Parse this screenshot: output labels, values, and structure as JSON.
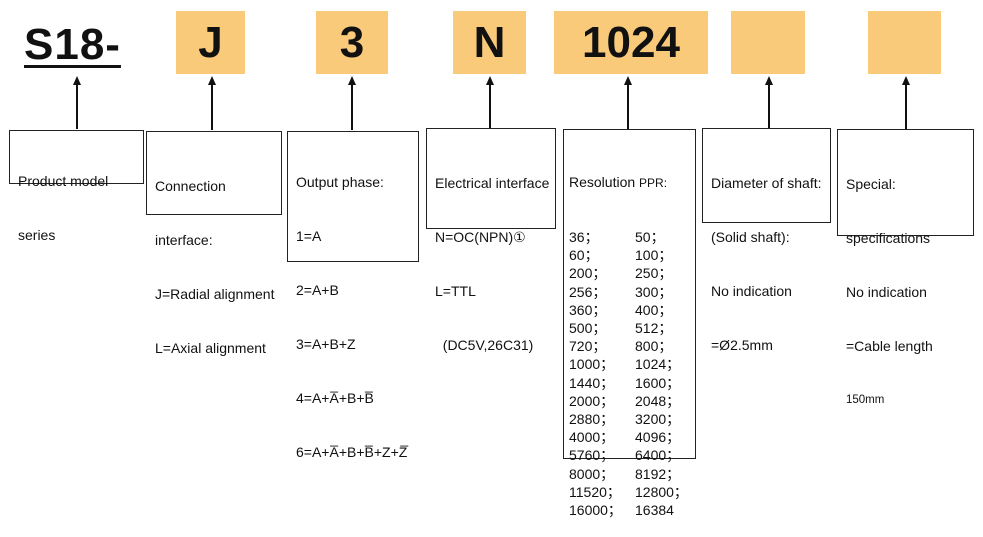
{
  "model": "S18-",
  "codes": [
    "J",
    "3",
    "N",
    "1024",
    "",
    ""
  ],
  "boxes": {
    "product": {
      "lines": [
        "Product model",
        "series"
      ]
    },
    "connection": {
      "lines": [
        "Connection",
        "interface:",
        "J=Radial alignment",
        "L=Axial alignment"
      ]
    },
    "output": {
      "lines": [
        "Output phase:",
        "1=A",
        "2=A+B",
        "3=A+B+Z",
        "4=A+A̅+B+B̅",
        "6=A+A̅+B+B̅+Z+Z̅"
      ]
    },
    "electrical": {
      "lines": [
        "Electrical interface",
        "N=OC(NPN)①",
        "L=TTL",
        "  (DC5V,26C31)"
      ]
    },
    "resolution": {
      "title": "Resolution",
      "unit": "PPR:",
      "rows": [
        [
          "36；",
          "50；"
        ],
        [
          "60；",
          "100；"
        ],
        [
          "200；",
          "250；"
        ],
        [
          "256；",
          "300；"
        ],
        [
          "360；",
          "400；"
        ],
        [
          "500；",
          "512；"
        ],
        [
          "720；",
          "800；"
        ],
        [
          "1000；",
          "1024；"
        ],
        [
          "1440；",
          "1600；"
        ],
        [
          "2000；",
          "2048；"
        ],
        [
          "2880；",
          "3200；"
        ],
        [
          "4000；",
          "4096；"
        ],
        [
          "5760；",
          "6400；"
        ],
        [
          "8000；",
          "8192；"
        ],
        [
          "11520；",
          "12800；"
        ],
        [
          "16000；",
          "16384"
        ]
      ]
    },
    "shaft": {
      "lines": [
        "Diameter of shaft:",
        "(Solid shaft):",
        "No indication",
        "=Ø2.5mm"
      ]
    },
    "special": {
      "lines": [
        "Special:",
        "specifications",
        "No indication",
        "=Cable length"
      ],
      "note": "150mm"
    }
  }
}
